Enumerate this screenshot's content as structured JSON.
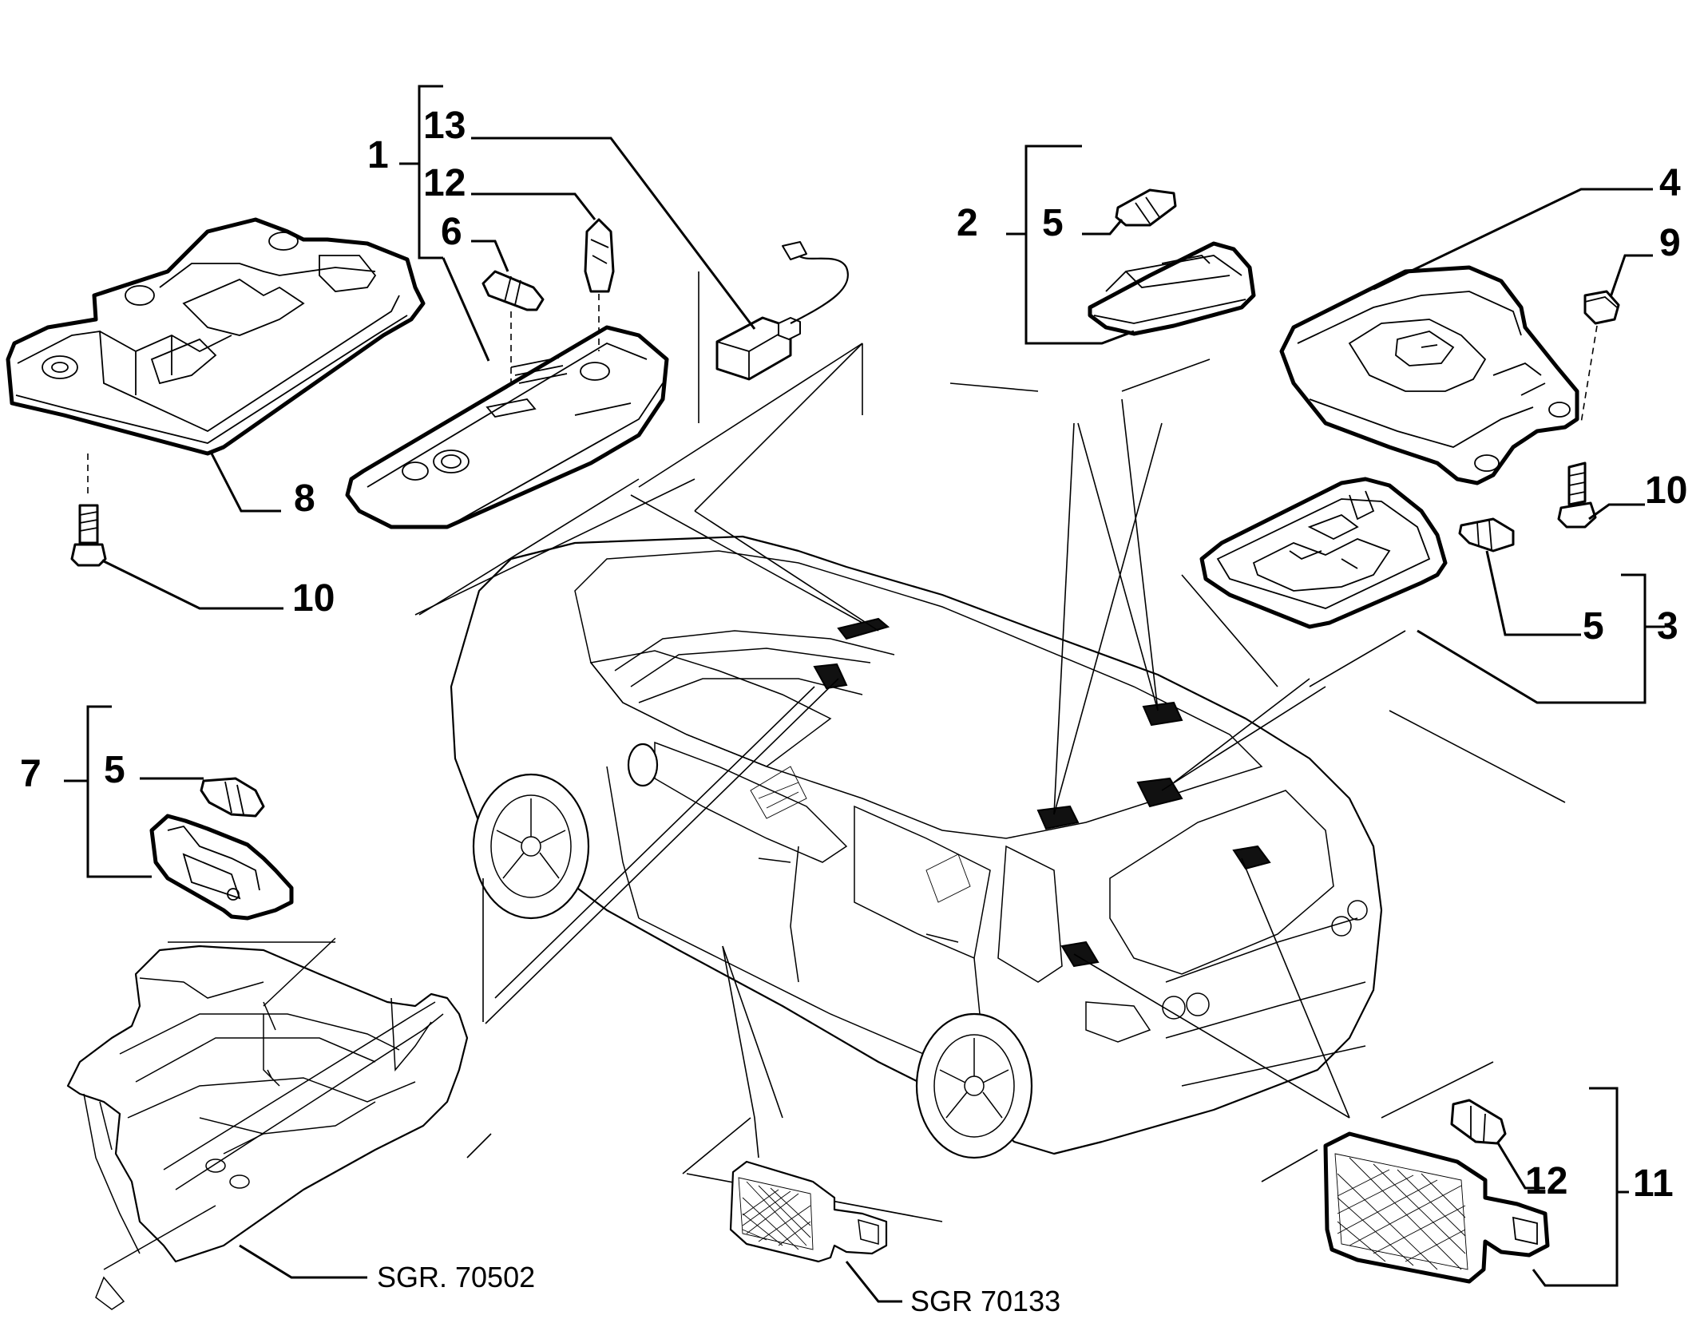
{
  "labels": {
    "l1": "1",
    "l13": "13",
    "l12a": "12",
    "l6": "6",
    "l8": "8",
    "l10a": "10",
    "l2": "2",
    "l5a": "5",
    "l4": "4",
    "l9": "9",
    "l10b": "10",
    "l5b": "5",
    "l3": "3",
    "l7": "7",
    "l5c": "5",
    "l12b": "12",
    "l11": "11"
  },
  "references": {
    "glovebox": "SGR. 70502",
    "doorlamp": "SGR 70133"
  },
  "colors": {
    "line": "#000000",
    "background": "#ffffff"
  }
}
